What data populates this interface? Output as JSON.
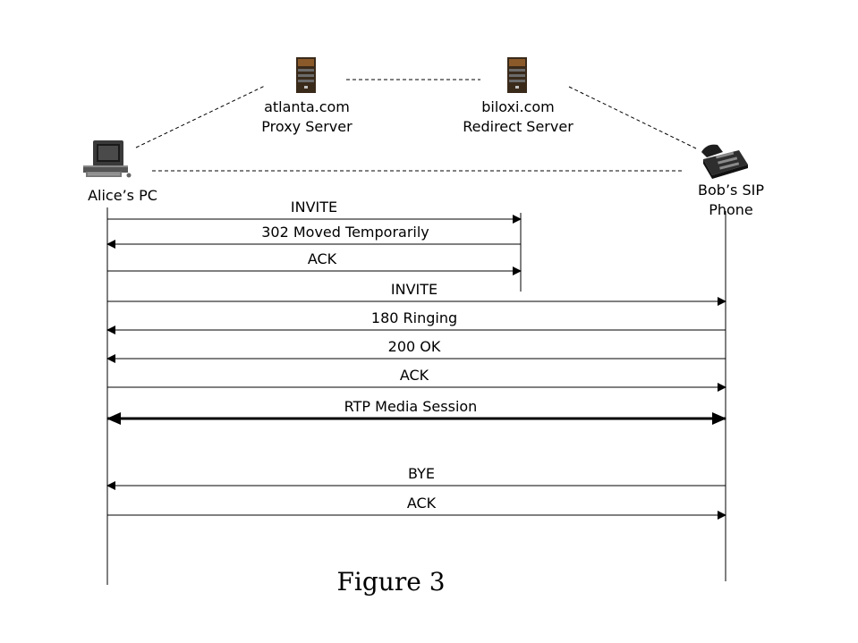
{
  "nodes": {
    "alice_pc": {
      "label": "Alice’s PC"
    },
    "proxy": {
      "line1": "atlanta.com",
      "line2": "Proxy Server"
    },
    "redirect": {
      "line1": "biloxi.com",
      "line2": "Redirect Server"
    },
    "bob_phone": {
      "line1": "Bob’s SIP",
      "line2": "Phone"
    }
  },
  "messages": [
    {
      "label": "INVITE",
      "from": "alice",
      "to": "redirect"
    },
    {
      "label": "302 Moved Temporarily",
      "from": "redirect",
      "to": "alice"
    },
    {
      "label": "ACK",
      "from": "alice",
      "to": "redirect"
    },
    {
      "label": "INVITE",
      "from": "alice",
      "to": "bob"
    },
    {
      "label": "180 Ringing",
      "from": "bob",
      "to": "alice"
    },
    {
      "label": "200 OK",
      "from": "bob",
      "to": "alice"
    },
    {
      "label": "ACK",
      "from": "alice",
      "to": "bob"
    },
    {
      "label": "RTP Media Session",
      "from": "alice",
      "to": "bob",
      "bidirectional": true
    },
    {
      "label": "BYE",
      "from": "bob",
      "to": "alice"
    },
    {
      "label": "ACK",
      "from": "alice",
      "to": "bob"
    }
  ],
  "caption": "Figure 3",
  "icons": {
    "alice": "desktop-computer-icon",
    "proxy": "server-tower-icon",
    "redirect": "server-tower-icon",
    "bob": "desk-phone-icon"
  }
}
